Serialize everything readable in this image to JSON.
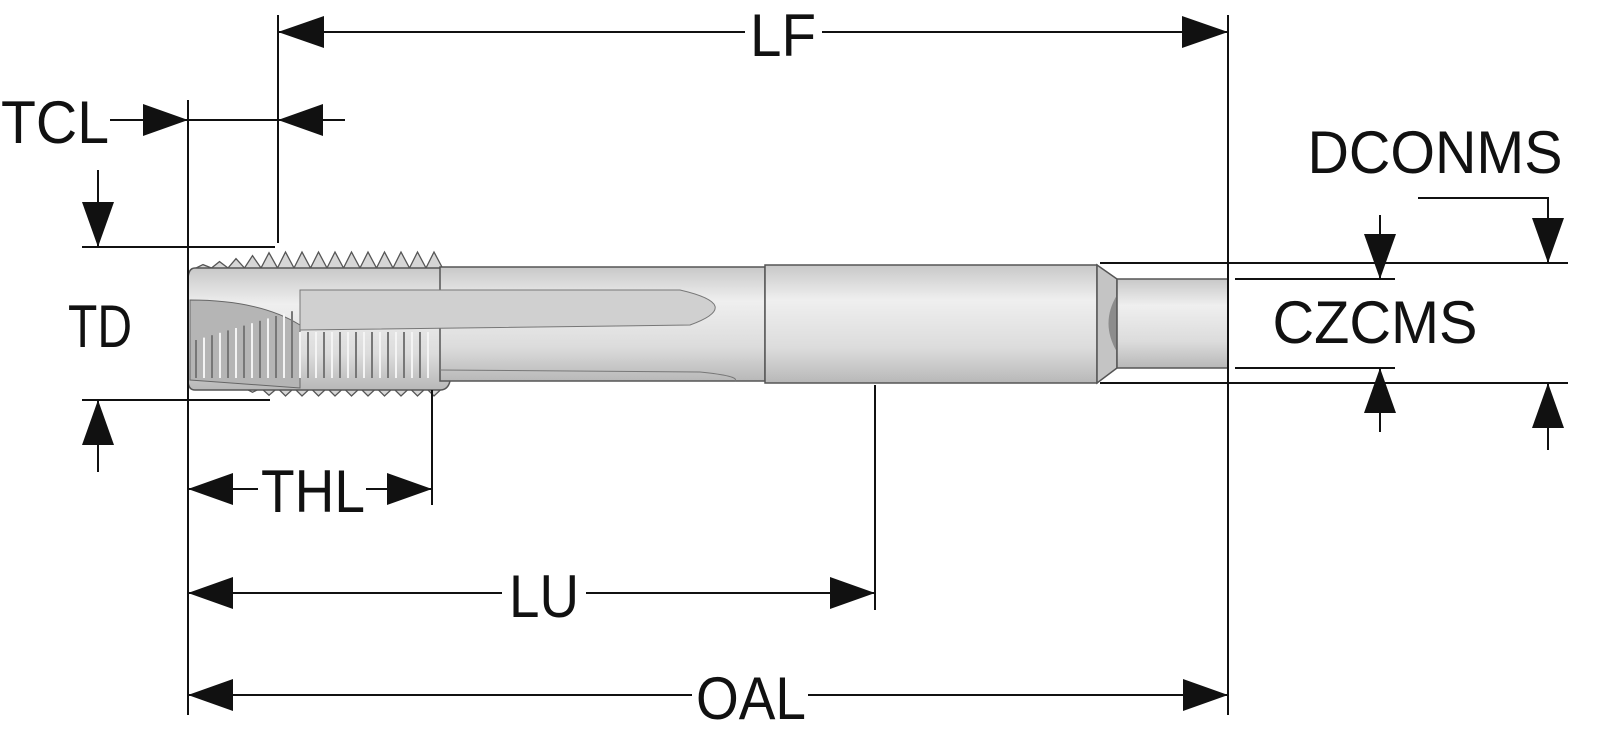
{
  "diagram": {
    "title": "Spiral point tap dimension drawing",
    "labels": {
      "lf": "LF",
      "tcl": "TCL",
      "td": "TD",
      "thl": "THL",
      "lu": "LU",
      "oal": "OAL",
      "dconms": "DCONMS",
      "czcms": "CZCMS"
    },
    "colors": {
      "line": "#111111",
      "tool_light": "#ececec",
      "tool_mid": "#cfcfcf",
      "tool_dark": "#9a9a9a"
    }
  }
}
